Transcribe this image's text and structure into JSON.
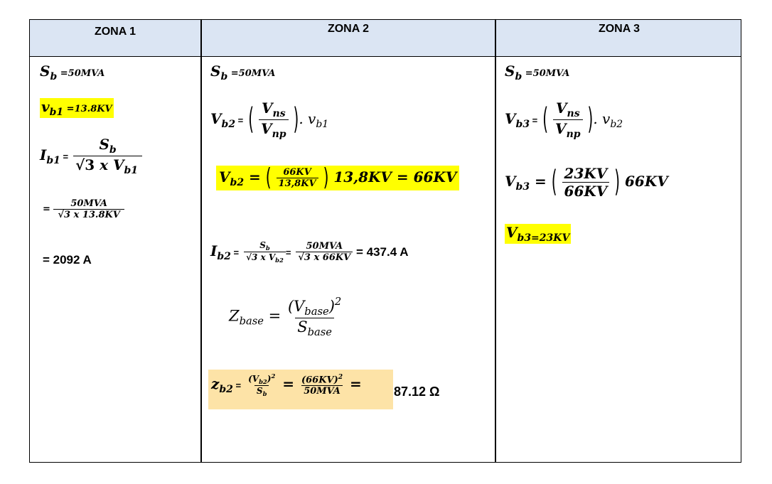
{
  "headers": [
    "ZONA 1",
    "ZONA 2",
    "ZONA 3"
  ],
  "zona1": {
    "sb": {
      "sym": "S",
      "sub": "b",
      "eq": " =50MVA"
    },
    "vb1": {
      "sym": "v",
      "sub": "b1",
      "eq": " =13.8KV"
    },
    "ib1": {
      "lhs": "I",
      "sub": "b1",
      "eq": " =",
      "num": "S",
      "num_sub": "b",
      "den_root": "√3",
      "den_rest": " x V",
      "den_sub": "b1"
    },
    "ratio": {
      "eq": "=",
      "num": "50MVA",
      "den": "√3 x  13.8KV"
    },
    "result": "= 2092 A"
  },
  "zona2": {
    "sb": {
      "sym": "S",
      "sub": "b",
      "eq": " =50MVA"
    },
    "vb2_formula": {
      "lhs": "V",
      "sub": "b2",
      "eq": " =",
      "num": "V",
      "num_sub": "ns",
      "den": "V",
      "den_sub": "np",
      "tail": ". v",
      "tail_sub": "b1"
    },
    "vb2_calc": {
      "lhs": "V",
      "sub": "b2",
      "eq": " = ",
      "num": "66KV",
      "den": "13,8KV",
      "mid": " 13,8KV",
      "res": " = 66KV"
    },
    "ib2": {
      "lhs": "I",
      "sub": "b2",
      "eq": " =",
      "f1_num": "S",
      "f1_num_sub": "b",
      "f1_den": "√3 x V",
      "f1_den_sub": "b2",
      "eq2": "=",
      "f2_num": "50MVA",
      "f2_den": "√3 x  66KV",
      "res": " = 437.4 A"
    },
    "zbase": {
      "lhs": "Z",
      "sub": "base",
      "eq": " = ",
      "num": "(V",
      "num_sub": "base",
      "num_close": ")",
      "num_sup": "2",
      "den": "S",
      "den_sub": "base"
    },
    "zb2": {
      "lhs": "z",
      "sub": "b2",
      "eq": " =",
      "f1_num": "(V",
      "f1_num_sub": "b2",
      "f1_num_close": ")",
      "f1_sup": "2",
      "f1_den": "S",
      "f1_den_sub": "b",
      "eq2": " = ",
      "f2_num": "(66KV)",
      "f2_sup": "2",
      "f2_den": "50MVA",
      "res_eq": " = ",
      "res": "87.12 Ω"
    }
  },
  "zona3": {
    "sb": {
      "sym": "S",
      "sub": "b",
      "eq": " =50MVA"
    },
    "vb3_formula": {
      "lhs": "V",
      "sub": "b3",
      "eq": " =",
      "num": "V",
      "num_sub": "ns",
      "den": "V",
      "den_sub": "np",
      "tail": ". v",
      "tail_sub": "b2"
    },
    "vb3_calc": {
      "lhs": "V",
      "sub": "b3",
      "eq": " = ",
      "num": "23KV",
      "den": "66KV",
      "tail": " 66KV"
    },
    "vb3_result": {
      "lhs": "V",
      "sub": "b3=23KV"
    }
  },
  "colors": {
    "header_bg": "#dbe5f3",
    "highlight_yellow": "#ffff00",
    "highlight_orange": "#fde3a7"
  }
}
